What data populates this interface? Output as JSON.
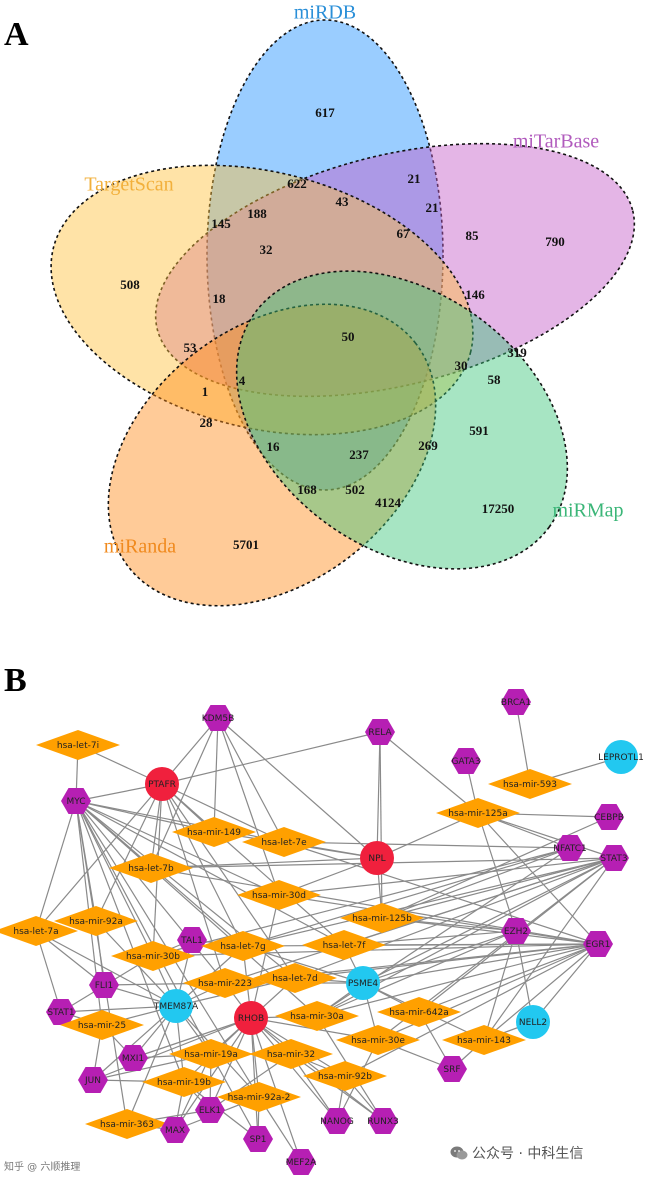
{
  "panel_a": {
    "letter": "A",
    "sets": [
      {
        "name": "miRDB",
        "color": "#1e90ff",
        "label_color": "#2a8fd8"
      },
      {
        "name": "miTarBase",
        "color": "#c45cc8",
        "label_color": "#b15bbd"
      },
      {
        "name": "TargetScan",
        "color": "#ffc13b",
        "label_color": "#f2b03c"
      },
      {
        "name": "miRanda",
        "color": "#ff8c1a",
        "label_color": "#f08a1e"
      },
      {
        "name": "miRMap",
        "color": "#3cc57a",
        "label_color": "#3bb678"
      }
    ],
    "counts": [
      "617",
      "622",
      "21",
      "43",
      "21",
      "67",
      "85",
      "790",
      "145",
      "188",
      "32",
      "18",
      "508",
      "53",
      "1",
      "4",
      "28",
      "16",
      "50",
      "146",
      "30",
      "58",
      "319",
      "591",
      "237",
      "269",
      "168",
      "502",
      "4124",
      "17250",
      "5701"
    ]
  },
  "panel_b": {
    "letter": "B",
    "colors": {
      "gene": "#b61fb3",
      "mirna": "#ffa000",
      "hub_red": "#f0203d",
      "hub_blue": "#22c8f0",
      "edge": "#8a8a8a"
    },
    "nodes": [
      {
        "id": "KDM5B",
        "label": "KDM5B",
        "type": "gene"
      },
      {
        "id": "RELA",
        "label": "RELA",
        "type": "gene"
      },
      {
        "id": "BRCA1",
        "label": "BRCA1",
        "type": "gene"
      },
      {
        "id": "LEPROTL1",
        "label": "LEPROTL1",
        "type": "hub_blue"
      },
      {
        "id": "let7i",
        "label": "hsa-let-7i",
        "type": "mirna"
      },
      {
        "id": "PTAFR",
        "label": "PTAFR",
        "type": "hub_red"
      },
      {
        "id": "GATA3",
        "label": "GATA3",
        "type": "gene"
      },
      {
        "id": "mir593",
        "label": "hsa-mir-593",
        "type": "mirna"
      },
      {
        "id": "MYC",
        "label": "MYC",
        "type": "gene"
      },
      {
        "id": "mir125a",
        "label": "hsa-mir-125a",
        "type": "mirna"
      },
      {
        "id": "CEBPB",
        "label": "CEBPB",
        "type": "gene"
      },
      {
        "id": "mir149",
        "label": "hsa-mir-149",
        "type": "mirna"
      },
      {
        "id": "let7e",
        "label": "hsa-let-7e",
        "type": "mirna"
      },
      {
        "id": "NFATC1",
        "label": "NFATC1",
        "type": "gene"
      },
      {
        "id": "NPL",
        "label": "NPL",
        "type": "hub_red"
      },
      {
        "id": "STAT3",
        "label": "STAT3",
        "type": "gene"
      },
      {
        "id": "let7b",
        "label": "hsa-let-7b",
        "type": "mirna"
      },
      {
        "id": "mir30d",
        "label": "hsa-mir-30d",
        "type": "mirna"
      },
      {
        "id": "mir92a",
        "label": "hsa-mir-92a",
        "type": "mirna"
      },
      {
        "id": "mir125b",
        "label": "hsa-mir-125b",
        "type": "mirna"
      },
      {
        "id": "let7a",
        "label": "hsa-let-7a",
        "type": "mirna"
      },
      {
        "id": "EZH2",
        "label": "EZH2",
        "type": "gene"
      },
      {
        "id": "TAL1",
        "label": "TAL1",
        "type": "gene"
      },
      {
        "id": "let7g",
        "label": "hsa-let-7g",
        "type": "mirna"
      },
      {
        "id": "let7f",
        "label": "hsa-let-7f",
        "type": "mirna"
      },
      {
        "id": "EGR1",
        "label": "EGR1",
        "type": "gene"
      },
      {
        "id": "mir30b",
        "label": "hsa-mir-30b",
        "type": "mirna"
      },
      {
        "id": "let7d",
        "label": "hsa-let-7d",
        "type": "mirna"
      },
      {
        "id": "FLI1",
        "label": "FLI1",
        "type": "gene"
      },
      {
        "id": "mir223",
        "label": "hsa-mir-223",
        "type": "mirna"
      },
      {
        "id": "PSME4",
        "label": "PSME4",
        "type": "hub_blue"
      },
      {
        "id": "STAT1",
        "label": "STAT1",
        "type": "gene"
      },
      {
        "id": "TMEM87A",
        "label": "TMEM87A",
        "type": "hub_blue"
      },
      {
        "id": "RHOB",
        "label": "RHOB",
        "type": "hub_red"
      },
      {
        "id": "mir30a",
        "label": "hsa-mir-30a",
        "type": "mirna"
      },
      {
        "id": "mir642a",
        "label": "hsa-mir-642a",
        "type": "mirna"
      },
      {
        "id": "NELL2",
        "label": "NELL2",
        "type": "hub_blue"
      },
      {
        "id": "mir25",
        "label": "hsa-mir-25",
        "type": "mirna"
      },
      {
        "id": "mir30e",
        "label": "hsa-mir-30e",
        "type": "mirna"
      },
      {
        "id": "mir143",
        "label": "hsa-mir-143",
        "type": "mirna"
      },
      {
        "id": "MXI1",
        "label": "MXI1",
        "type": "gene"
      },
      {
        "id": "mir19a",
        "label": "hsa-mir-19a",
        "type": "mirna"
      },
      {
        "id": "mir32",
        "label": "hsa-mir-32",
        "type": "mirna"
      },
      {
        "id": "SRF",
        "label": "SRF",
        "type": "gene"
      },
      {
        "id": "JUN",
        "label": "JUN",
        "type": "gene"
      },
      {
        "id": "mir19b",
        "label": "hsa-mir-19b",
        "type": "mirna"
      },
      {
        "id": "mir92b",
        "label": "hsa-mir-92b",
        "type": "mirna"
      },
      {
        "id": "ELK1",
        "label": "ELK1",
        "type": "gene"
      },
      {
        "id": "mir92a2",
        "label": "hsa-mir-92a-2",
        "type": "mirna"
      },
      {
        "id": "mir363",
        "label": "hsa-mir-363",
        "type": "mirna"
      },
      {
        "id": "MAX",
        "label": "MAX",
        "type": "gene"
      },
      {
        "id": "NANOG",
        "label": "NANOG",
        "type": "gene"
      },
      {
        "id": "RUNX3",
        "label": "RUNX3",
        "type": "gene"
      },
      {
        "id": "SP1",
        "label": "SP1",
        "type": "gene"
      },
      {
        "id": "MEF2A",
        "label": "MEF2A",
        "type": "gene"
      }
    ],
    "edges": [
      [
        "BRCA1",
        "mir593"
      ],
      [
        "LEPROTL1",
        "mir593"
      ],
      [
        "KDM5B",
        "PTAFR"
      ],
      [
        "KDM5B",
        "let7e"
      ],
      [
        "KDM5B",
        "mir149"
      ],
      [
        "KDM5B",
        "let7b"
      ],
      [
        "KDM5B",
        "mir30d"
      ],
      [
        "KDM5B",
        "NPL"
      ],
      [
        "RELA",
        "mir125a"
      ],
      [
        "RELA",
        "NPL"
      ],
      [
        "RELA",
        "PTAFR"
      ],
      [
        "RELA",
        "mir125b"
      ],
      [
        "GATA3",
        "mir125a"
      ],
      [
        "PTAFR",
        "let7i"
      ],
      [
        "PTAFR",
        "MYC"
      ],
      [
        "PTAFR",
        "let7e"
      ],
      [
        "PTAFR",
        "let7b"
      ],
      [
        "PTAFR",
        "mir149"
      ],
      [
        "PTAFR",
        "let7a"
      ],
      [
        "PTAFR",
        "mir92a"
      ],
      [
        "PTAFR",
        "mir30b"
      ],
      [
        "PTAFR",
        "let7g"
      ],
      [
        "PTAFR",
        "let7f"
      ],
      [
        "PTAFR",
        "let7d"
      ],
      [
        "PTAFR",
        "mir223"
      ],
      [
        "MYC",
        "let7i"
      ],
      [
        "MYC",
        "let7e"
      ],
      [
        "MYC",
        "let7b"
      ],
      [
        "MYC",
        "mir149"
      ],
      [
        "MYC",
        "let7a"
      ],
      [
        "MYC",
        "mir92a"
      ],
      [
        "MYC",
        "mir30b"
      ],
      [
        "MYC",
        "mir30d"
      ],
      [
        "MYC",
        "let7g"
      ],
      [
        "MYC",
        "mir223"
      ],
      [
        "MYC",
        "mir25"
      ],
      [
        "MYC",
        "mir30a"
      ],
      [
        "MYC",
        "mir19a"
      ],
      [
        "MYC",
        "mir19b"
      ],
      [
        "MYC",
        "mir92a2"
      ],
      [
        "MYC",
        "mir363"
      ],
      [
        "MYC",
        "let7f"
      ],
      [
        "MYC",
        "let7d"
      ],
      [
        "NPL",
        "mir125a"
      ],
      [
        "NPL",
        "mir125b"
      ],
      [
        "NPL",
        "mir30d"
      ],
      [
        "NPL",
        "let7e"
      ],
      [
        "NPL",
        "let7b"
      ],
      [
        "NPL",
        "mir149"
      ],
      [
        "mir125a",
        "CEBPB"
      ],
      [
        "mir125a",
        "NFATC1"
      ],
      [
        "mir125a",
        "STAT3"
      ],
      [
        "mir125a",
        "EGR1"
      ],
      [
        "mir125a",
        "EZH2"
      ],
      [
        "mir125b",
        "STAT3"
      ],
      [
        "mir125b",
        "EZH2"
      ],
      [
        "mir125b",
        "EGR1"
      ],
      [
        "mir125b",
        "NFATC1"
      ],
      [
        "mir125b",
        "CEBPB"
      ],
      [
        "PSME4",
        "EGR1"
      ],
      [
        "PSME4",
        "STAT3"
      ],
      [
        "PSME4",
        "EZH2"
      ],
      [
        "PSME4",
        "let7f"
      ],
      [
        "PSME4",
        "let7d"
      ],
      [
        "PSME4",
        "mir30a"
      ],
      [
        "PSME4",
        "mir642a"
      ],
      [
        "PSME4",
        "mir30e"
      ],
      [
        "PSME4",
        "mir143"
      ],
      [
        "PSME4",
        "let7g"
      ],
      [
        "PSME4",
        "mir223"
      ],
      [
        "TMEM87A",
        "let7a"
      ],
      [
        "TMEM87A",
        "mir92a"
      ],
      [
        "TMEM87A",
        "mir30b"
      ],
      [
        "TMEM87A",
        "let7g"
      ],
      [
        "TMEM87A",
        "mir223"
      ],
      [
        "TMEM87A",
        "mir25"
      ],
      [
        "TMEM87A",
        "mir19a"
      ],
      [
        "TMEM87A",
        "mir19b"
      ],
      [
        "TMEM87A",
        "mir92a2"
      ],
      [
        "TMEM87A",
        "mir363"
      ],
      [
        "TMEM87A",
        "TAL1"
      ],
      [
        "TMEM87A",
        "let7d"
      ],
      [
        "TMEM87A",
        "FLI1"
      ],
      [
        "TMEM87A",
        "STAT1"
      ],
      [
        "TMEM87A",
        "MXI1"
      ],
      [
        "TMEM87A",
        "JUN"
      ],
      [
        "RHOB",
        "mir30a"
      ],
      [
        "RHOB",
        "mir32"
      ],
      [
        "RHOB",
        "mir19a"
      ],
      [
        "RHOB",
        "mir19b"
      ],
      [
        "RHOB",
        "mir92a2"
      ],
      [
        "RHOB",
        "mir92b"
      ],
      [
        "RHOB",
        "let7d"
      ],
      [
        "RHOB",
        "let7g"
      ],
      [
        "RHOB",
        "mir223"
      ],
      [
        "RHOB",
        "mir30d"
      ],
      [
        "RHOB",
        "mir30e"
      ],
      [
        "RHOB",
        "ELK1"
      ],
      [
        "RHOB",
        "MAX"
      ],
      [
        "RHOB",
        "SP1"
      ],
      [
        "RHOB",
        "NANOG"
      ],
      [
        "RHOB",
        "RUNX3"
      ],
      [
        "RHOB",
        "MEF2A"
      ],
      [
        "RHOB",
        "JUN"
      ],
      [
        "RHOB",
        "MXI1"
      ],
      [
        "mir143",
        "NELL2"
      ],
      [
        "mir143",
        "SRF"
      ],
      [
        "mir143",
        "EGR1"
      ],
      [
        "mir143",
        "STAT3"
      ],
      [
        "mir143",
        "EZH2"
      ],
      [
        "NELL2",
        "EZH2"
      ],
      [
        "NELL2",
        "EGR1"
      ],
      [
        "mir642a",
        "EGR1"
      ],
      [
        "mir642a",
        "STAT3"
      ],
      [
        "mir30e",
        "EGR1"
      ],
      [
        "mir30e",
        "SRF"
      ],
      [
        "mir30e",
        "STAT3"
      ],
      [
        "mir30a",
        "EGR1"
      ],
      [
        "mir30a",
        "STAT3"
      ],
      [
        "mir30a",
        "EZH2"
      ],
      [
        "mir30a",
        "NFATC1"
      ],
      [
        "let7f",
        "EGR1"
      ],
      [
        "let7f",
        "STAT3"
      ],
      [
        "let7f",
        "EZH2"
      ],
      [
        "let7d",
        "EGR1"
      ],
      [
        "let7d",
        "STAT3"
      ],
      [
        "let7g",
        "EGR1"
      ],
      [
        "let7g",
        "NFATC1"
      ],
      [
        "let7g",
        "STAT3"
      ],
      [
        "mir30d",
        "STAT3"
      ],
      [
        "mir30d",
        "EGR1"
      ],
      [
        "let7e",
        "NFATC1"
      ],
      [
        "let7e",
        "EGR1"
      ],
      [
        "let7b",
        "EGR1"
      ],
      [
        "let7b",
        "STAT3"
      ],
      [
        "mir30b",
        "NFATC1"
      ],
      [
        "mir30b",
        "EGR1"
      ],
      [
        "mir223",
        "EGR1"
      ],
      [
        "mir223",
        "STAT3"
      ],
      [
        "mir92b",
        "NANOG"
      ],
      [
        "mir92b",
        "RUNX3"
      ],
      [
        "mir92b",
        "mir32"
      ],
      [
        "mir92b",
        "EGR1"
      ],
      [
        "mir32",
        "RUNX3"
      ],
      [
        "mir32",
        "NANOG"
      ],
      [
        "mir19a",
        "MAX"
      ],
      [
        "mir19a",
        "ELK1"
      ],
      [
        "mir19a",
        "SP1"
      ],
      [
        "mir19b",
        "MAX"
      ],
      [
        "mir19b",
        "ELK1"
      ],
      [
        "mir19b",
        "JUN"
      ],
      [
        "mir92a2",
        "SP1"
      ],
      [
        "mir92a2",
        "MEF2A"
      ],
      [
        "mir92a2",
        "MAX"
      ],
      [
        "mir363",
        "MAX"
      ],
      [
        "mir363",
        "ELK1"
      ],
      [
        "mir25",
        "STAT1"
      ],
      [
        "mir25",
        "JUN"
      ],
      [
        "mir25",
        "MXI1"
      ],
      [
        "let7a",
        "STAT1"
      ],
      [
        "let7a",
        "FLI1"
      ],
      [
        "mir92a",
        "FLI1"
      ],
      [
        "mir30b",
        "TAL1"
      ],
      [
        "let7g",
        "TAL1"
      ],
      [
        "STAT1",
        "mir30b"
      ],
      [
        "FLI1",
        "mir223"
      ],
      [
        "MXI1",
        "mir19a"
      ],
      [
        "JUN",
        "mir19a"
      ],
      [
        "SRF",
        "mir642a"
      ],
      [
        "RUNX3",
        "mir30a"
      ],
      [
        "NANOG",
        "mir30e"
      ],
      [
        "ELK1",
        "mir32"
      ],
      [
        "SP1",
        "mir19b"
      ]
    ]
  },
  "watermark": {
    "brand": "公众号 · 中科生信",
    "corner": "知乎 @ 六顺推理"
  }
}
